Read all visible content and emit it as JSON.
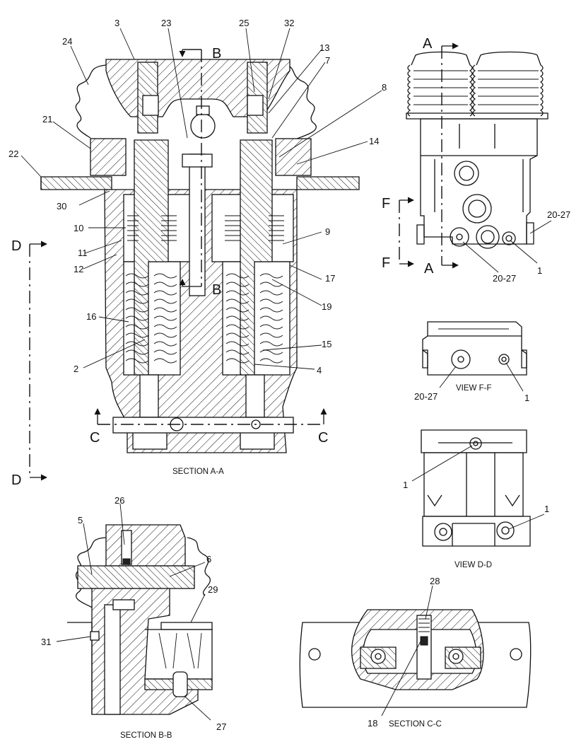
{
  "section_a_a": {
    "title": "SECTION A-A",
    "callouts": [
      "3",
      "23",
      "25",
      "32",
      "24",
      "13",
      "7",
      "8",
      "21",
      "14",
      "22",
      "30",
      "10",
      "9",
      "11",
      "12",
      "17",
      "19",
      "16",
      "15",
      "2",
      "4"
    ],
    "cut_letters": {
      "b_top": "B",
      "b_bottom": "B",
      "c_left": "C",
      "c_right": "C",
      "d_top": "D",
      "d_bottom": "D"
    }
  },
  "view_a": {
    "cut_letters": {
      "a_top": "A",
      "a_bottom": "A",
      "f_top": "F",
      "f_bottom": "F"
    },
    "callouts": {
      "right_top": "20-27",
      "bottom_mid": "20-27",
      "bottom_right": "1"
    }
  },
  "view_f_f": {
    "title": "VIEW F-F",
    "callouts": {
      "left": "20-27",
      "right": "1"
    }
  },
  "view_d_d": {
    "title": "VIEW D-D",
    "callouts": {
      "left": "1",
      "right": "1"
    }
  },
  "section_b_b": {
    "title": "SECTION B-B",
    "callouts": [
      "26",
      "5",
      "6",
      "29",
      "31",
      "27"
    ]
  },
  "section_c_c": {
    "title": "SECTION C-C",
    "callouts": [
      "28",
      "18"
    ]
  }
}
